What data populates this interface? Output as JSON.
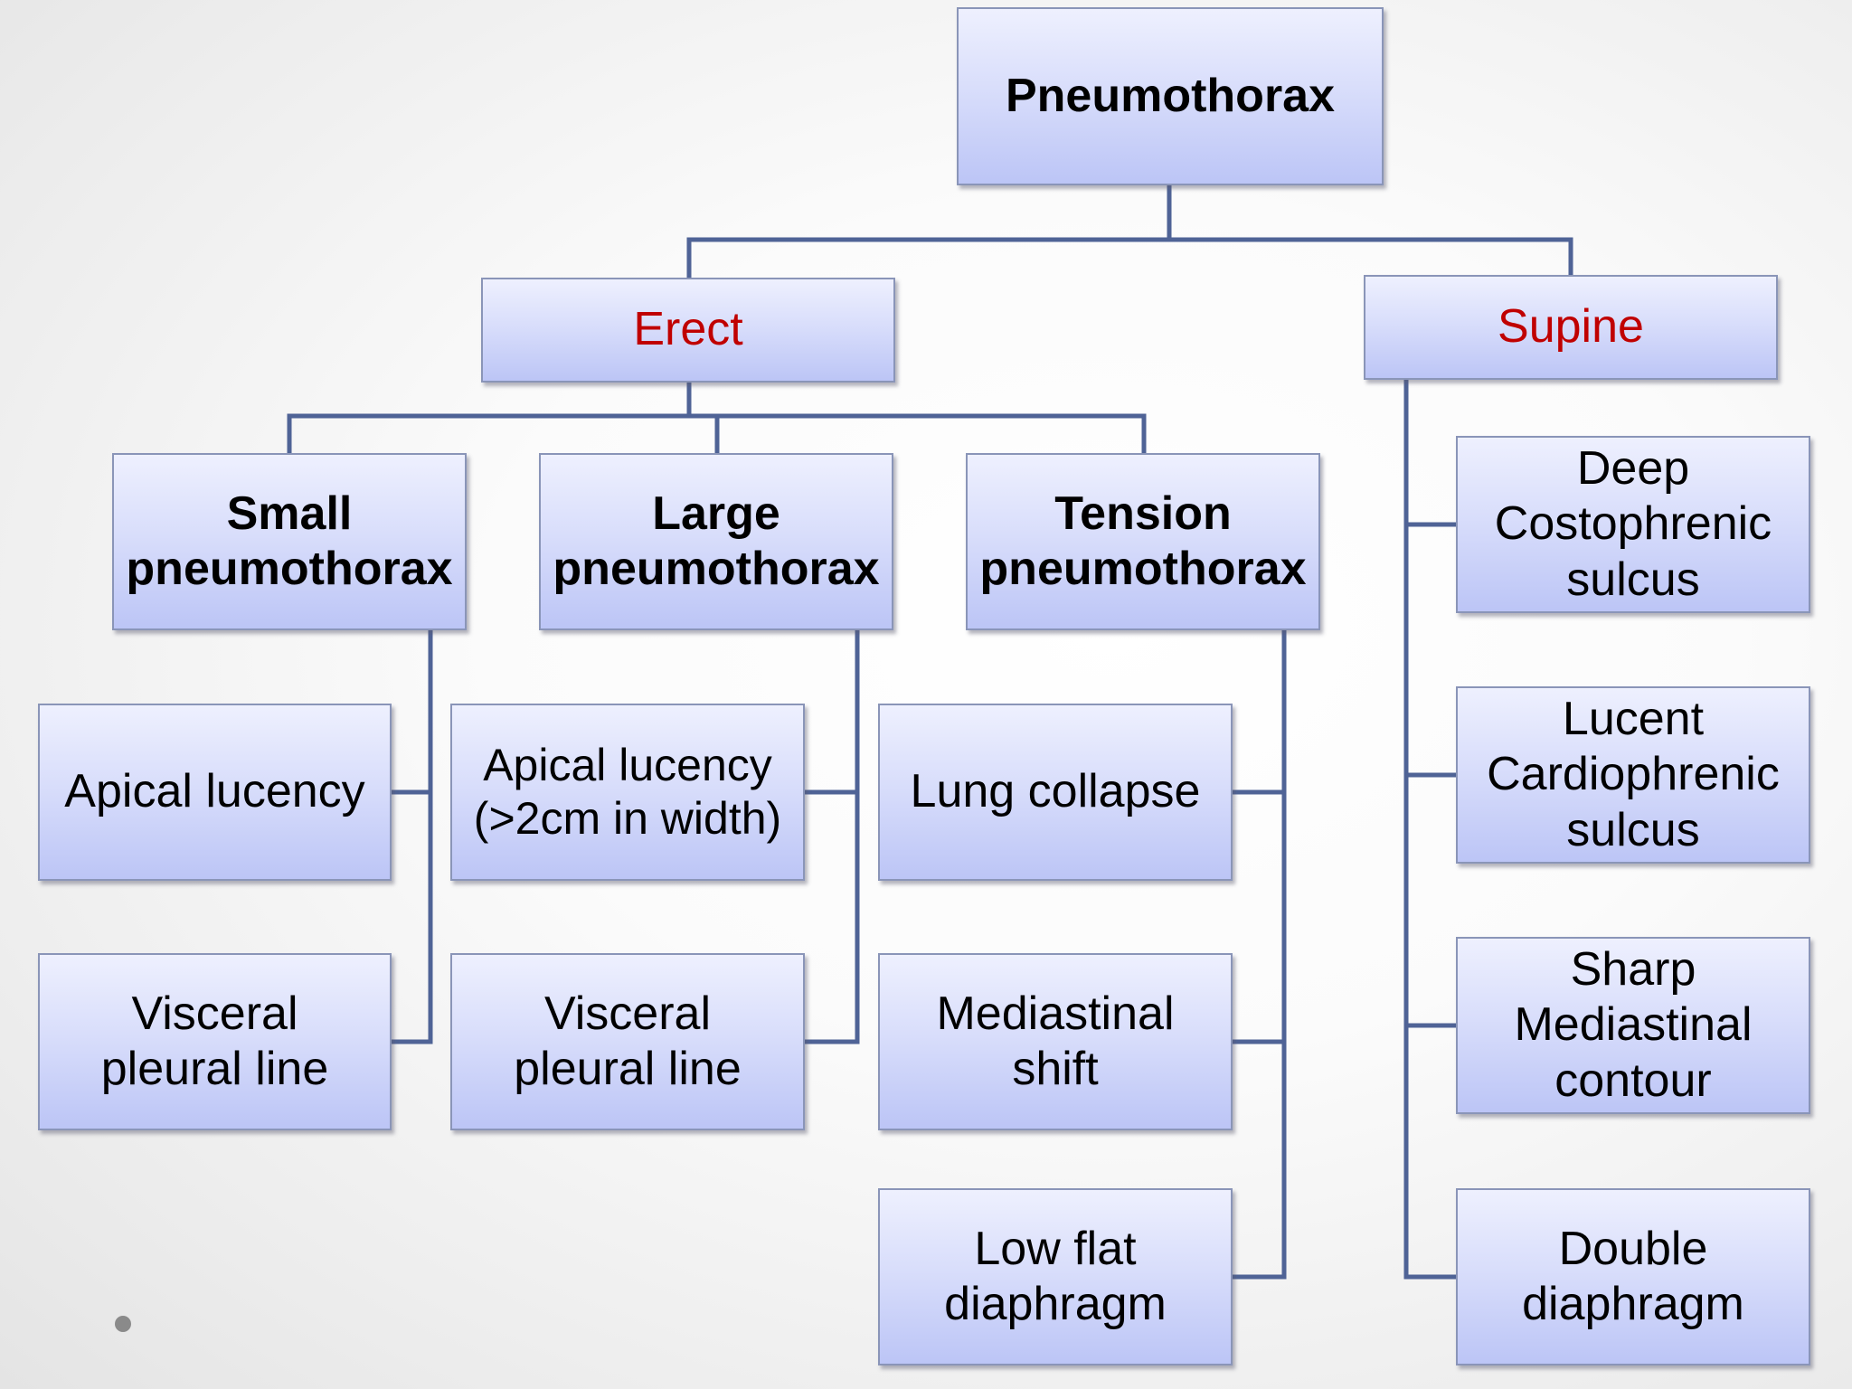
{
  "root": {
    "label": "Pneumothorax"
  },
  "categories": {
    "erect": {
      "label": "Erect",
      "color": "#c00000"
    },
    "supine": {
      "label": "Supine",
      "color": "#c00000"
    }
  },
  "erect_types": {
    "small": {
      "label": "Small pneumothorax",
      "signs": [
        "Apical lucency",
        "Visceral pleural line"
      ]
    },
    "large": {
      "label": "Large pneumothorax",
      "signs": [
        "Apical lucency (>2cm in width)",
        "Visceral pleural line"
      ]
    },
    "tension": {
      "label": "Tension pneumothorax",
      "signs": [
        "Lung collapse",
        "Mediastinal shift",
        "Low flat diaphragm"
      ]
    }
  },
  "supine_signs": [
    "Deep Costophrenic sulcus",
    "Lucent Cardiophrenic sulcus",
    "Sharp Mediastinal contour",
    "Double diaphragm"
  ],
  "colors": {
    "connector": "#4f6396",
    "box_fill_top": "#eef0fe",
    "box_fill_bottom": "#bcc5f6",
    "category_text": "#c00000"
  }
}
